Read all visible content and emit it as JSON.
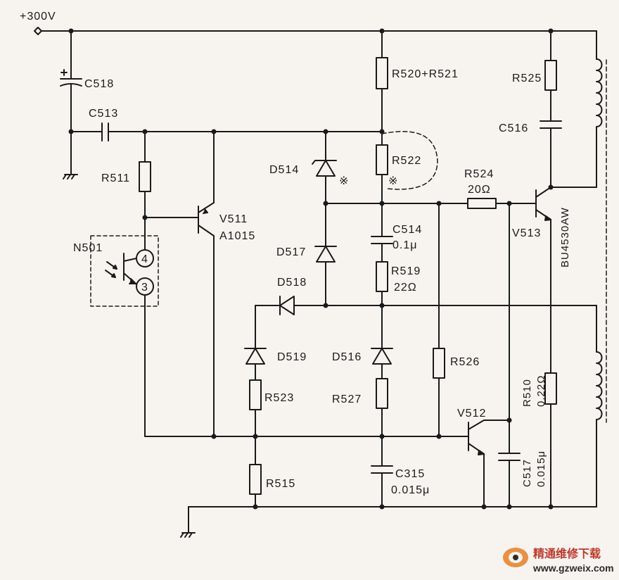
{
  "supply_label": "+300V",
  "star_mark": "※",
  "components": {
    "c518": "C518",
    "c513": "C513",
    "r511": "R511",
    "v511": "V511",
    "v511_part": "A1015",
    "n501": "N501",
    "pin4": "4",
    "pin3": "3",
    "d514": "D514",
    "d517": "D517",
    "d518": "D518",
    "d519": "D519",
    "d516": "D516",
    "r520": "R520+R521",
    "r522": "R522",
    "c514": "C514",
    "c514_value": "0.1μ",
    "r519": "R519",
    "r519_value": "22Ω",
    "r524": "R524",
    "r524_value": "20Ω",
    "v513": "V513",
    "v513_part": "BU4530AW",
    "r525": "R525",
    "c516": "C516",
    "r526": "R526",
    "r523": "R523",
    "r527": "R527",
    "r515": "R515",
    "c315": "C315",
    "c315_value": "0.015μ",
    "v512": "V512",
    "r510": "R510",
    "r510_value": "0.22Ω",
    "c517": "C517",
    "c517_value": "0.015μ"
  },
  "watermark": {
    "name": "精通维修下载",
    "url": "www.gzweix.com"
  }
}
